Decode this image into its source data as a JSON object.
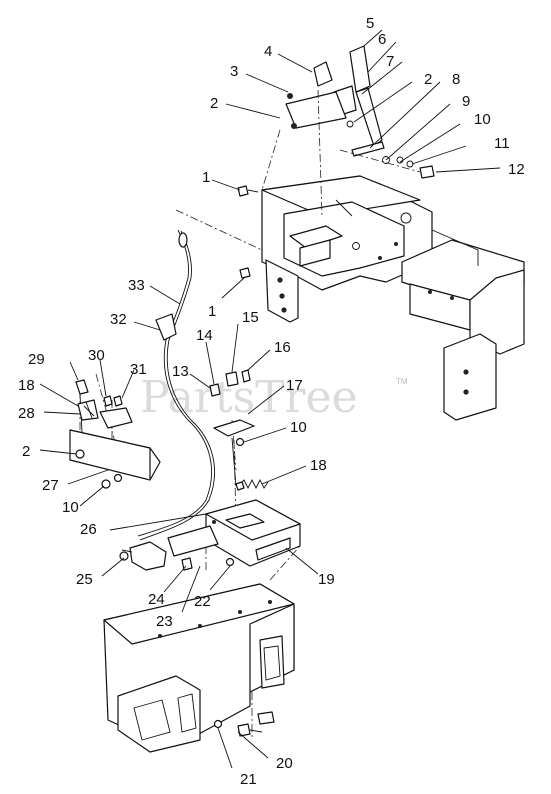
{
  "watermark": {
    "text": "PartsTree",
    "tm": "TM"
  },
  "callouts": [
    {
      "label": "5"
    },
    {
      "label": "6"
    },
    {
      "label": "4"
    },
    {
      "label": "7"
    },
    {
      "label": "3"
    },
    {
      "label": "2"
    },
    {
      "label": "8"
    },
    {
      "label": "2"
    },
    {
      "label": "9"
    },
    {
      "label": "10"
    },
    {
      "label": "11"
    },
    {
      "label": "12"
    },
    {
      "label": "1"
    },
    {
      "label": "33"
    },
    {
      "label": "1"
    },
    {
      "label": "32"
    },
    {
      "label": "15"
    },
    {
      "label": "14"
    },
    {
      "label": "16"
    },
    {
      "label": "30"
    },
    {
      "label": "29"
    },
    {
      "label": "31"
    },
    {
      "label": "13"
    },
    {
      "label": "17"
    },
    {
      "label": "18"
    },
    {
      "label": "28"
    },
    {
      "label": "10"
    },
    {
      "label": "2"
    },
    {
      "label": "18"
    },
    {
      "label": "27"
    },
    {
      "label": "10"
    },
    {
      "label": "26"
    },
    {
      "label": "25"
    },
    {
      "label": "19"
    },
    {
      "label": "24"
    },
    {
      "label": "22"
    },
    {
      "label": "23"
    },
    {
      "label": "20"
    },
    {
      "label": "21"
    }
  ]
}
